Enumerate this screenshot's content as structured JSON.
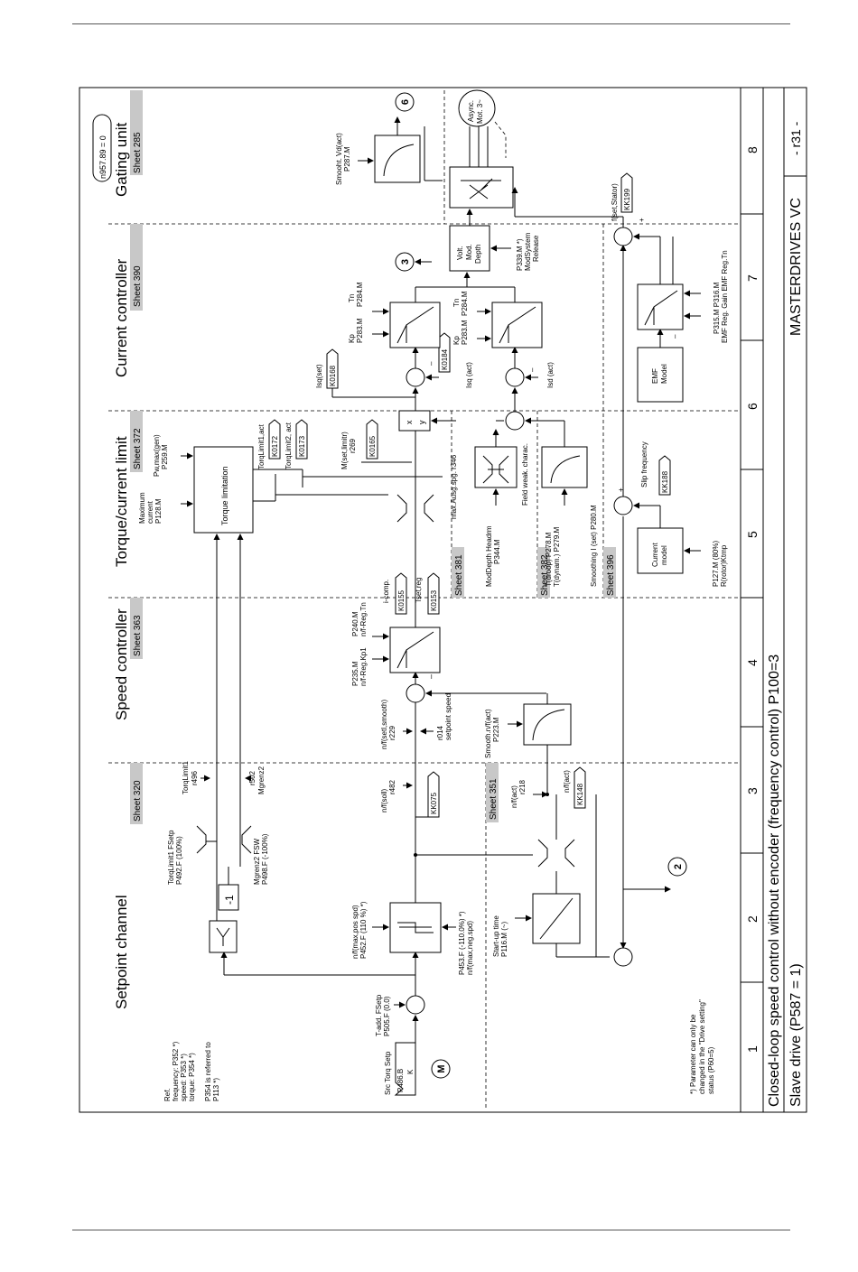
{
  "frame": {
    "title": "Closed-loop speed control without encoder (frequency control) P100=3",
    "subtitle": "Slave drive (P587 = 1)",
    "product": "MASTERDRIVES VC",
    "page_ref": "- r31 -",
    "columns": [
      "1",
      "2",
      "3",
      "4",
      "5",
      "6",
      "7",
      "8"
    ]
  },
  "sections": [
    {
      "name": "Setpoint channel",
      "sheet": "Sheet 320"
    },
    {
      "name": "Speed controller",
      "sheet": "Sheet 363"
    },
    {
      "name": "Torque/current limit",
      "sheet": "Sheet 372"
    },
    {
      "name": "Current controller",
      "sheet": "Sheet 390"
    },
    {
      "name": "Gating unit",
      "sheet": "Sheet 285"
    }
  ],
  "sub_sheets": [
    "Sheet 351",
    "Sheet 381",
    "Sheet 382",
    "Sheet 396"
  ],
  "condition_box": "n957.89 = 0",
  "connectors": [
    "KK075",
    "K0155",
    "K0153",
    "K0165",
    "K0172",
    "K0173",
    "K0168",
    "K0184",
    "KK148",
    "KK188",
    "KK199"
  ],
  "markers": [
    "M",
    "2",
    "3",
    "6"
  ],
  "blocks": {
    "torque_limitation": "Torque limitation",
    "current_model": [
      "Current",
      "model"
    ],
    "emf_model": [
      "EMF",
      "Model"
    ],
    "volt_mod": [
      "Volt.",
      "Mod.",
      "Depth"
    ],
    "motor": [
      "Async.",
      "Mot. 3~"
    ],
    "mult": [
      "x",
      "y"
    ],
    "neg_one": "-1"
  },
  "labels": {
    "ref_note": [
      "Ref.",
      "frequency: P352 *)",
      "speed:   P353 *)",
      "torque:   P354 *)",
      "",
      "P354 is referred to",
      "P113 *)"
    ],
    "src_torq": [
      "Src Torq Setp",
      "P486.B",
      "K"
    ],
    "t_add": [
      "T-add. FSetp",
      "P505.F (0.0)"
    ],
    "max_pos_spd": [
      "n/f(max,pos spd)",
      "P452.F (110 %) *)"
    ],
    "max_neg_spd": [
      "P453.F (-110.0%) *)",
      "n/f(max,neg.spd)"
    ],
    "start_up": [
      "Start-up time",
      "P116.M (~)"
    ],
    "torq_limit1": [
      "TorqLimit1 FSetp",
      "P492.F (100%)"
    ],
    "mgrenz2": [
      "Mgrenz2 FSW",
      "P498.F (-100%)"
    ],
    "torqlimit1_r": [
      "TorqLimit1",
      "r496"
    ],
    "mgrenz2_r": [
      "r502",
      "Mgrenz2"
    ],
    "nf_soll": [
      "n/f(soll)",
      "r482"
    ],
    "nf_act_351": [
      "n/f(act)",
      "r218"
    ],
    "nf_act": "n/f(act)",
    "nf_setl_smooth": [
      "n/f(setl,smooth)",
      "r229"
    ],
    "r014": [
      "r014",
      "setpoint speed"
    ],
    "smooth_nf_act": [
      "Smooth.n/f(act)",
      "P223.M"
    ],
    "kp_speed": [
      "P235.M",
      "n/f-Reg.Kp1"
    ],
    "tn_speed": [
      "P240.M",
      "n/f-Reg.Tn"
    ],
    "i_comp": "i-comp.",
    "tset_reg": "Tset,reg",
    "max_current": [
      "Maximum",
      "current",
      "P128.M"
    ],
    "pw_max_gen": [
      "Pw,max(gen)",
      "P259.M"
    ],
    "torq_limit1_act": "TorqLimit1,act",
    "torq_limit2_act": "TorqLimit2, act",
    "m_set_limitr": [
      "M(set,limitr)",
      "r269"
    ],
    "max_usg_spg": "max.Ausg.spg. r346",
    "mod_depth": [
      "ModDepth Headrm",
      "P344.M"
    ],
    "field_weak": "Field weak. charac.",
    "t_droop": [
      "T(droop) P278.M",
      "T(dynam.) P279.M"
    ],
    "smoothing_set": "Smoothing I (set) P280.M",
    "slip_freq": "Slip frequency",
    "p127": [
      "P127.M (80%)",
      "R(rotor)Ktmp"
    ],
    "isq_set": "Isq(set)",
    "isq_act": "Isq (act)",
    "isd_act": "Isd (act)",
    "kp_i": [
      "Kp",
      "P283.M"
    ],
    "tn_i": [
      "Tn",
      "P284.M"
    ],
    "kp_d": [
      "Kp",
      "P283.M"
    ],
    "tn_d": [
      "Tn",
      "P284.M"
    ],
    "emf_params": [
      "P315.M  P316.M",
      "EMF Reg. Gain  EMF Reg.Tn"
    ],
    "p339": [
      "P339.M *)",
      "ModSystem",
      "Release"
    ],
    "smooth_vd": [
      "Smooht. Vd(act)",
      "P287.M"
    ],
    "f_set_stator": "f(set,Stator)",
    "footnote": [
      "*) Parameter can only be",
      "changed in the \"Drive setting\"",
      "status (P60=5)"
    ]
  }
}
